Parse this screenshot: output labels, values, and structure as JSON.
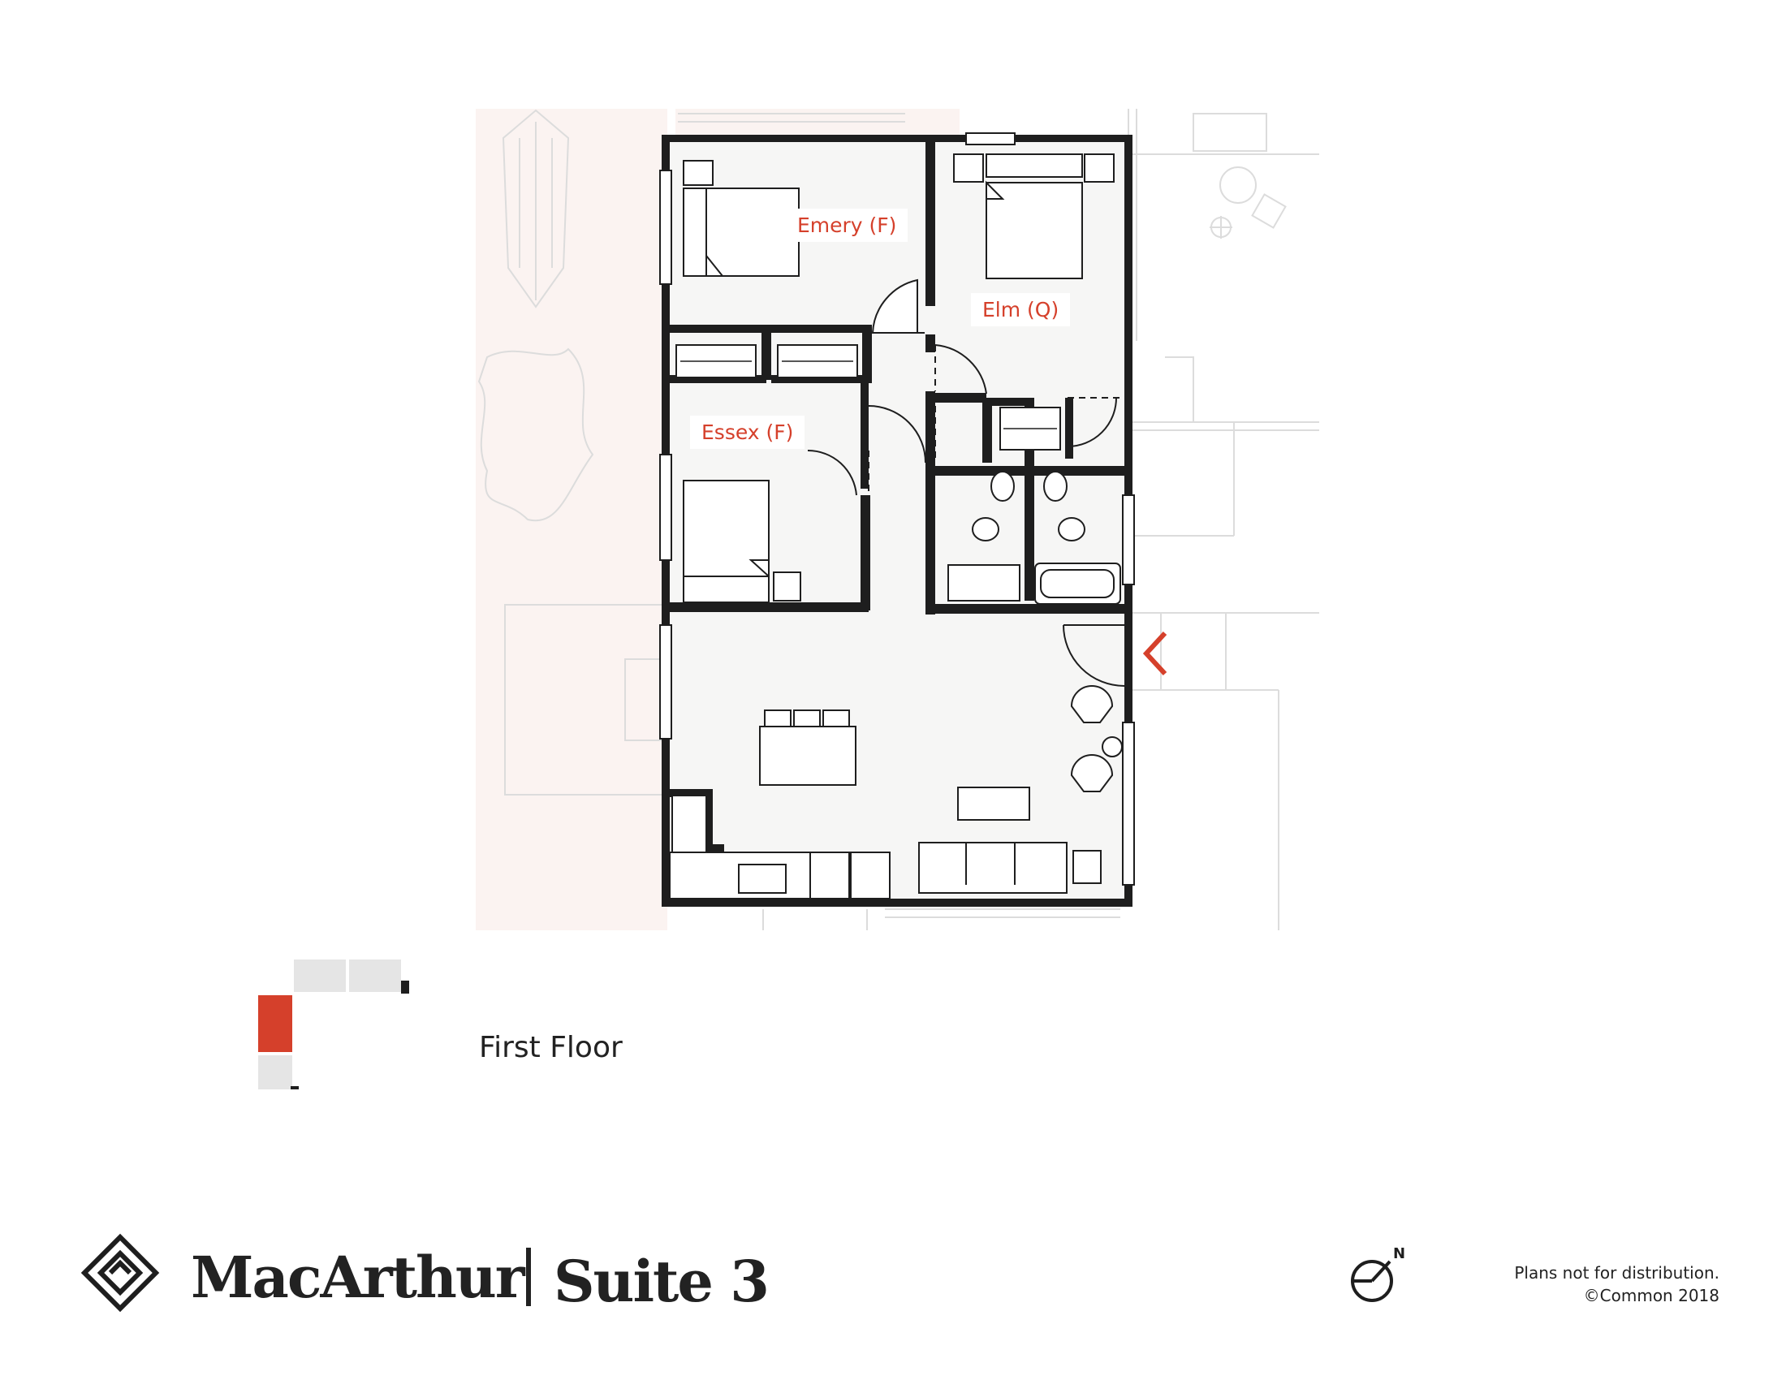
{
  "rooms": [
    {
      "id": "emery",
      "label": "Emery (F)"
    },
    {
      "id": "elm",
      "label": "Elm (Q)"
    },
    {
      "id": "essex",
      "label": "Essex (F)"
    }
  ],
  "floor_label": "First Floor",
  "brand": {
    "name": "MacArthur",
    "suite": "Suite 3"
  },
  "disclaimer": {
    "line1": "Plans not for distribution.",
    "line2": "©Common 2018"
  },
  "north_label": "N",
  "colors": {
    "accent": "#d5402b",
    "wall": "#1e1e1e",
    "interior": "#f6f6f5",
    "exterior_tint": "#fbf3f1"
  },
  "icons": [
    "macarthur-logo-icon",
    "north-arrow-icon",
    "entry-arrow-icon"
  ]
}
